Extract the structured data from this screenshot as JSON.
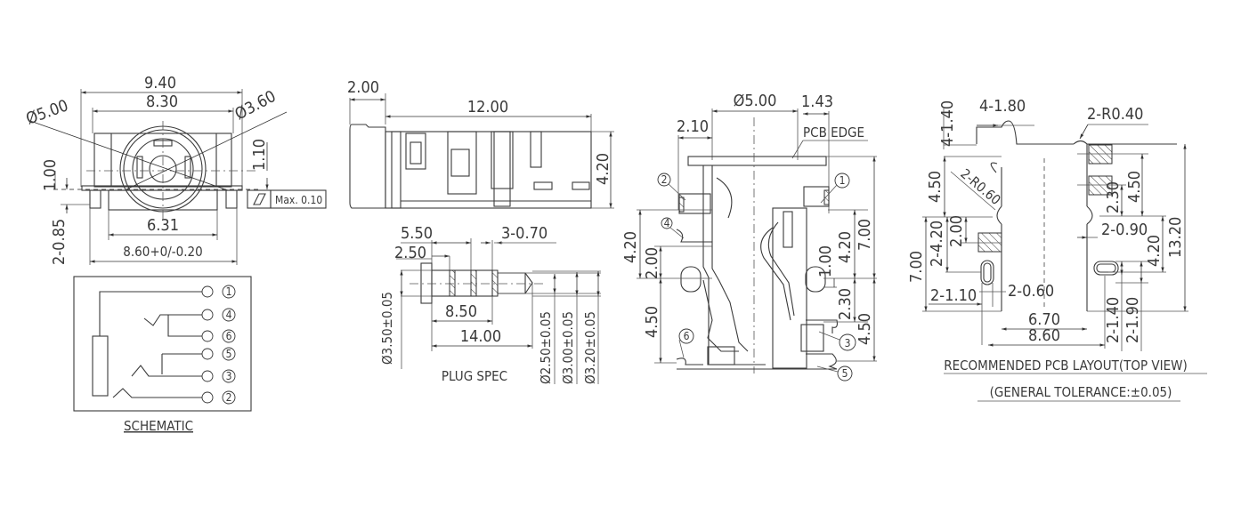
{
  "front_view": {
    "dims": {
      "width_overall": "9.40",
      "width_body": "8.30",
      "dia_outer": "Ø5.00",
      "dia_inner": "Ø3.60",
      "height_offset": "1.00",
      "height_right": "1.10",
      "pin_offset": "2-0.85",
      "pin_span": "6.31",
      "base_width": "8.60+0/-0.20"
    },
    "flatness": {
      "symbol": "flatness",
      "value": "Max. 0.10"
    }
  },
  "schematic": {
    "title": "SCHEMATIC",
    "pins": [
      "1",
      "4",
      "6",
      "5",
      "3",
      "2"
    ]
  },
  "side_view": {
    "dims": {
      "flange": "2.00",
      "length": "12.00",
      "height": "4.20"
    }
  },
  "plug_spec": {
    "title": "PLUG SPEC",
    "dims": {
      "d1": "5.50",
      "d2": "2.50",
      "ring_width": "3-0.70",
      "d3": "8.50",
      "total": "14.00",
      "dia_sleeve": "Ø3.50±0.05",
      "dia_tip": "Ø2.50±0.05",
      "dia_ring1": "Ø3.00±0.05",
      "dia_ring2": "Ø3.20±0.05"
    }
  },
  "top_view": {
    "dims": {
      "dia": "Ø5.00",
      "edge_offset": "1.43",
      "left_offset": "2.10",
      "pcb_edge": "PCB EDGE",
      "left_420": "4.20",
      "left_200": "2.00",
      "left_450": "4.50",
      "right_100": "1.00",
      "right_420": "4.20",
      "right_700": "7.00",
      "right_230": "2.30",
      "right_450": "4.50"
    },
    "pin_labels": [
      "2",
      "1",
      "4",
      "6",
      "3",
      "5"
    ]
  },
  "pcb_layout": {
    "title": "RECOMMENDED PCB LAYOUT(TOP VIEW)",
    "subtitle": "(GENERAL TOLERANCE:±0.05)",
    "dims": {
      "notch_h": "4-1.40",
      "notch_w": "4-1.80",
      "radius_right": "2-R0.40",
      "radius_left": "2-R0.60",
      "left_450": "4.50",
      "left_420": "2-4.20",
      "left_200": "2.00",
      "left_700": "7.00",
      "slot_w": "2-1.10",
      "slot_x": "2-0.60",
      "inner": "6.70",
      "outer": "8.60",
      "right_230": "2.30",
      "right_450": "4.50",
      "right_090": "2-0.90",
      "right_420": "4.20",
      "right_1320": "13.20",
      "slot_h1": "2-1.40",
      "slot_h2": "2-1.90"
    }
  }
}
